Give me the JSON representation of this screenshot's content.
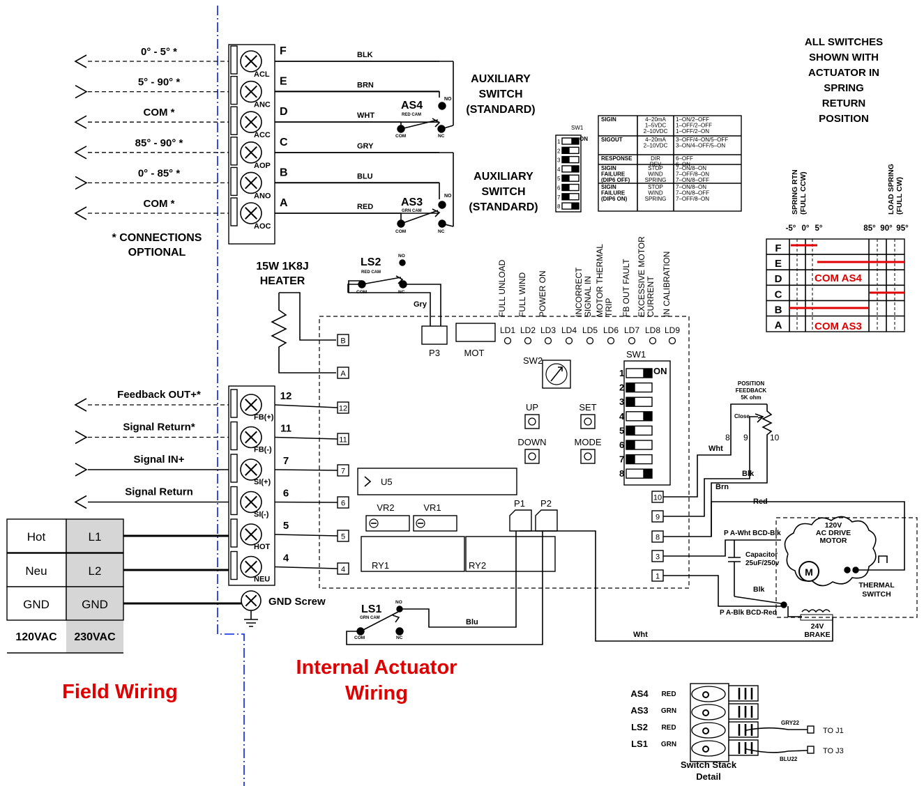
{
  "field_signals": [
    {
      "label": "0° - 5° *",
      "dir": "out",
      "terminal": "F",
      "sub": "ACL",
      "wire": "BLK"
    },
    {
      "label": "5° - 90° *",
      "dir": "in",
      "terminal": "E",
      "sub": "ANC",
      "wire": "BRN"
    },
    {
      "label": "COM *",
      "dir": "out",
      "terminal": "D",
      "sub": "ACC",
      "wire": "WHT"
    },
    {
      "label": "85° - 90° *",
      "dir": "out",
      "terminal": "C",
      "sub": "AOP",
      "wire": "GRY"
    },
    {
      "label": "0° - 85° *",
      "dir": "in",
      "terminal": "B",
      "sub": "ANO",
      "wire": "BLU"
    },
    {
      "label": "COM *",
      "dir": "out",
      "terminal": "A",
      "sub": "AOC",
      "wire": "RED"
    }
  ],
  "connections_optional": "* CONNECTIONS\nOPTIONAL",
  "aux_switch_label": "AUXILIARY\nSWITCH\n(STANDARD)",
  "as4": {
    "name": "AS4",
    "cam": "RED CAM"
  },
  "as3": {
    "name": "AS3",
    "cam": "GRN CAM"
  },
  "ls2": {
    "name": "LS2",
    "cam": "RED CAM",
    "wire": "Gry"
  },
  "ls1": {
    "name": "LS1",
    "cam": "GRN CAM",
    "wire": "Blu"
  },
  "sw_labels": {
    "no": "NO",
    "nc": "NC",
    "com": "COM"
  },
  "all_switches_note": "ALL SWITCHES\nSHOWN WITH\nACTUATOR IN\nSPRING\nRETURN\nPOSITION",
  "heater": "15W 1K8J\nHEATER",
  "signal_rows": [
    {
      "label": "Feedback OUT+*",
      "dir": "out",
      "dashed": true,
      "num": "12",
      "sub": "FB(+)"
    },
    {
      "label": "Signal Return*",
      "dir": "in",
      "dashed": true,
      "num": "11",
      "sub": "FB(-)"
    },
    {
      "label": "Signal IN+",
      "dir": "in",
      "dashed": false,
      "num": "7",
      "sub": "SI(+)"
    },
    {
      "label": "Signal Return",
      "dir": "out",
      "dashed": false,
      "num": "6",
      "sub": "SI(-)"
    },
    {
      "label": "",
      "dir": "",
      "dashed": false,
      "num": "5",
      "sub": "HOT"
    },
    {
      "label": "",
      "dir": "",
      "dashed": false,
      "num": "4",
      "sub": "NEU"
    }
  ],
  "power_table": {
    "rows": [
      [
        "Hot",
        "L1"
      ],
      [
        "Neu",
        "L2"
      ],
      [
        "GND",
        "GND"
      ]
    ],
    "footer": [
      "120VAC",
      "230VAC"
    ]
  },
  "gnd_screw": "GND Screw",
  "field_wiring": "Field Wiring",
  "internal_wiring": "Internal Actuator\nWiring",
  "board": {
    "led_desc": [
      "FULL UNLOAD",
      "FULL WIND",
      "POWER ON",
      "-",
      "INCORRECT\nSIGNAL IN",
      "MOTOR THERMAL\nTRIP",
      "FB OUT FAULT",
      "EXCESSIVE MOTOR\nCURRENT",
      "IN CALIBRATION"
    ],
    "leds": [
      "LD1",
      "LD2",
      "LD3",
      "LD4",
      "LD5",
      "LD6",
      "LD7",
      "LD8",
      "LD9"
    ],
    "p3": "P3",
    "mot": "MOT",
    "sw2": "SW2",
    "sw1": "SW1",
    "on": "ON",
    "up": "UP",
    "set": "SET",
    "down": "DOWN",
    "mode": "MODE",
    "u5": "U5",
    "vr2": "VR2",
    "vr1": "VR1",
    "p1": "P1",
    "p2": "P2",
    "ry1": "RY1",
    "ry2": "RY2",
    "dip_states": [
      1,
      0,
      0,
      1,
      0,
      0,
      0,
      1
    ],
    "left_terms": [
      "B",
      "A",
      "12",
      "11",
      "7",
      "6",
      "5",
      "4"
    ],
    "right_terms": [
      "10",
      "9",
      "8",
      "3",
      "1"
    ]
  },
  "sw1_table": {
    "title": "SW1",
    "rows": [
      [
        "SIGIN",
        "4–20mA\n1–5VDC\n2–10VDC",
        "1–ON/2–OFF\n1–OFF/2–OFF\n1–OFF/2–ON"
      ],
      [
        "SIGOUT",
        "4–20mA\n2–10VDC",
        "3–OFF/4–ON/5–OFF\n3–ON/4–OFF/5–ON"
      ],
      [
        "RESPONSE",
        "DIR\nREV",
        "6–OFF\n6–ON"
      ],
      [
        "SIGIN\nFAILURE\n(DIP6  OFF)",
        "STOP\nWIND\nSPRING",
        "7–ON/8–ON\n7–OFF/8–ON\n7–ON/8–OFF"
      ],
      [
        "SIGIN\nFAILURE\n(DIP6  ON)",
        "STOP\nWIND\nSPRING",
        "7–ON/8–ON\n7–ON/8–OFF\n7–OFF/8–ON"
      ]
    ]
  },
  "cam_chart": {
    "col_labels": [
      "SPRING RTN\n(FULL CCW)",
      "LOAD SPRING\n(FULL CW)"
    ],
    "ticks": [
      "-5°",
      "0°",
      "5°",
      "85°",
      "90°",
      "95°"
    ],
    "rows": [
      "F",
      "E",
      "D",
      "C",
      "B",
      "A"
    ],
    "com_as4": "COM AS4",
    "com_as3": "COM AS3"
  },
  "pot": {
    "title": "POSITION\nFEEDBACK\n5K ohm",
    "close": "Close",
    "pins": [
      "8",
      "9",
      "10"
    ],
    "wires": [
      "Wht",
      "Blk",
      "Brn"
    ]
  },
  "motor": {
    "title": "120V\nAC DRIVE\nMOTOR",
    "m": "M",
    "thermal": "THERMAL\nSWITCH",
    "cap": "Capacitor\n25uF/250v",
    "pa_wht": "P A-Wht BCD-Blk",
    "pa_blk": "P A-Blk BCD-Red",
    "blk": "Blk",
    "red": "Red",
    "brake": "24V\nBRAKE",
    "wht": "Wht"
  },
  "stack": {
    "rows": [
      [
        "AS4",
        "RED"
      ],
      [
        "AS3",
        "GRN"
      ],
      [
        "LS2",
        "RED"
      ],
      [
        "LS1",
        "GRN"
      ]
    ],
    "gry": "GRY22",
    "blu": "BLU22",
    "j1": "TO J1",
    "j3": "TO J3",
    "title": "Switch Stack\nDetail"
  }
}
